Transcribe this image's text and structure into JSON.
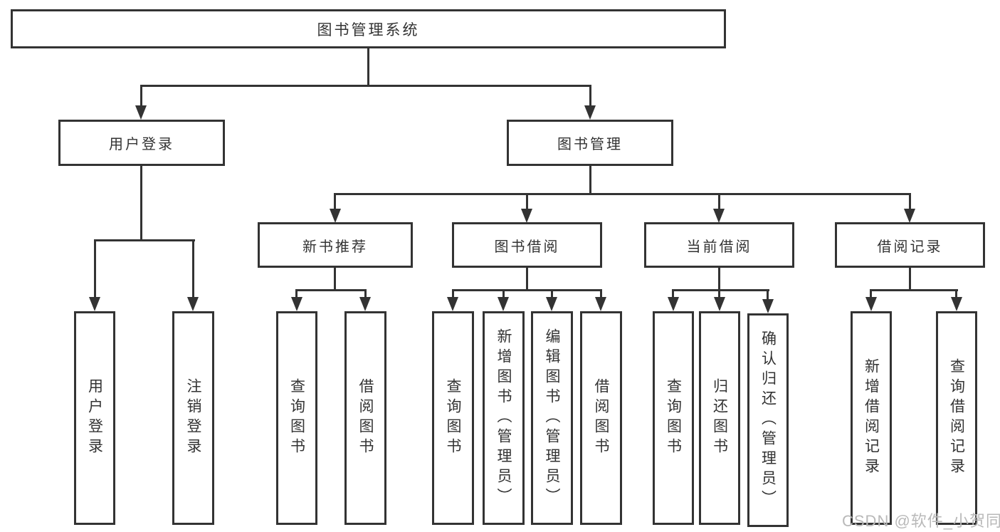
{
  "diagram": {
    "root": {
      "label": "图书管理系统"
    },
    "level2": {
      "user_login": {
        "label": "用户登录"
      },
      "book_management": {
        "label": "图书管理"
      }
    },
    "level3": {
      "new_book_recommend": {
        "label": "新书推荐"
      },
      "book_borrowing": {
        "label": "图书借阅"
      },
      "current_borrowing": {
        "label": "当前借阅"
      },
      "borrowing_records": {
        "label": "借阅记录"
      }
    },
    "leaves": {
      "user_login": [
        "用户登录",
        "注销登录"
      ],
      "new_book_recommend": [
        "查询图书",
        "借阅图书"
      ],
      "book_borrowing": [
        "查询图书",
        "新增图书（管理员）",
        "编辑图书（管理员）",
        "借阅图书"
      ],
      "current_borrowing": [
        "查询图书",
        "归还图书",
        "确认归还（管理员）"
      ],
      "borrowing_records": [
        "新增借阅记录",
        "查询借阅记录"
      ]
    },
    "watermark": "CSDN @软件_小贺同学",
    "colors": {
      "line": "#333333",
      "text": "#333333",
      "watermark_text": "#b9b9b9",
      "background": "#ffffff"
    }
  }
}
